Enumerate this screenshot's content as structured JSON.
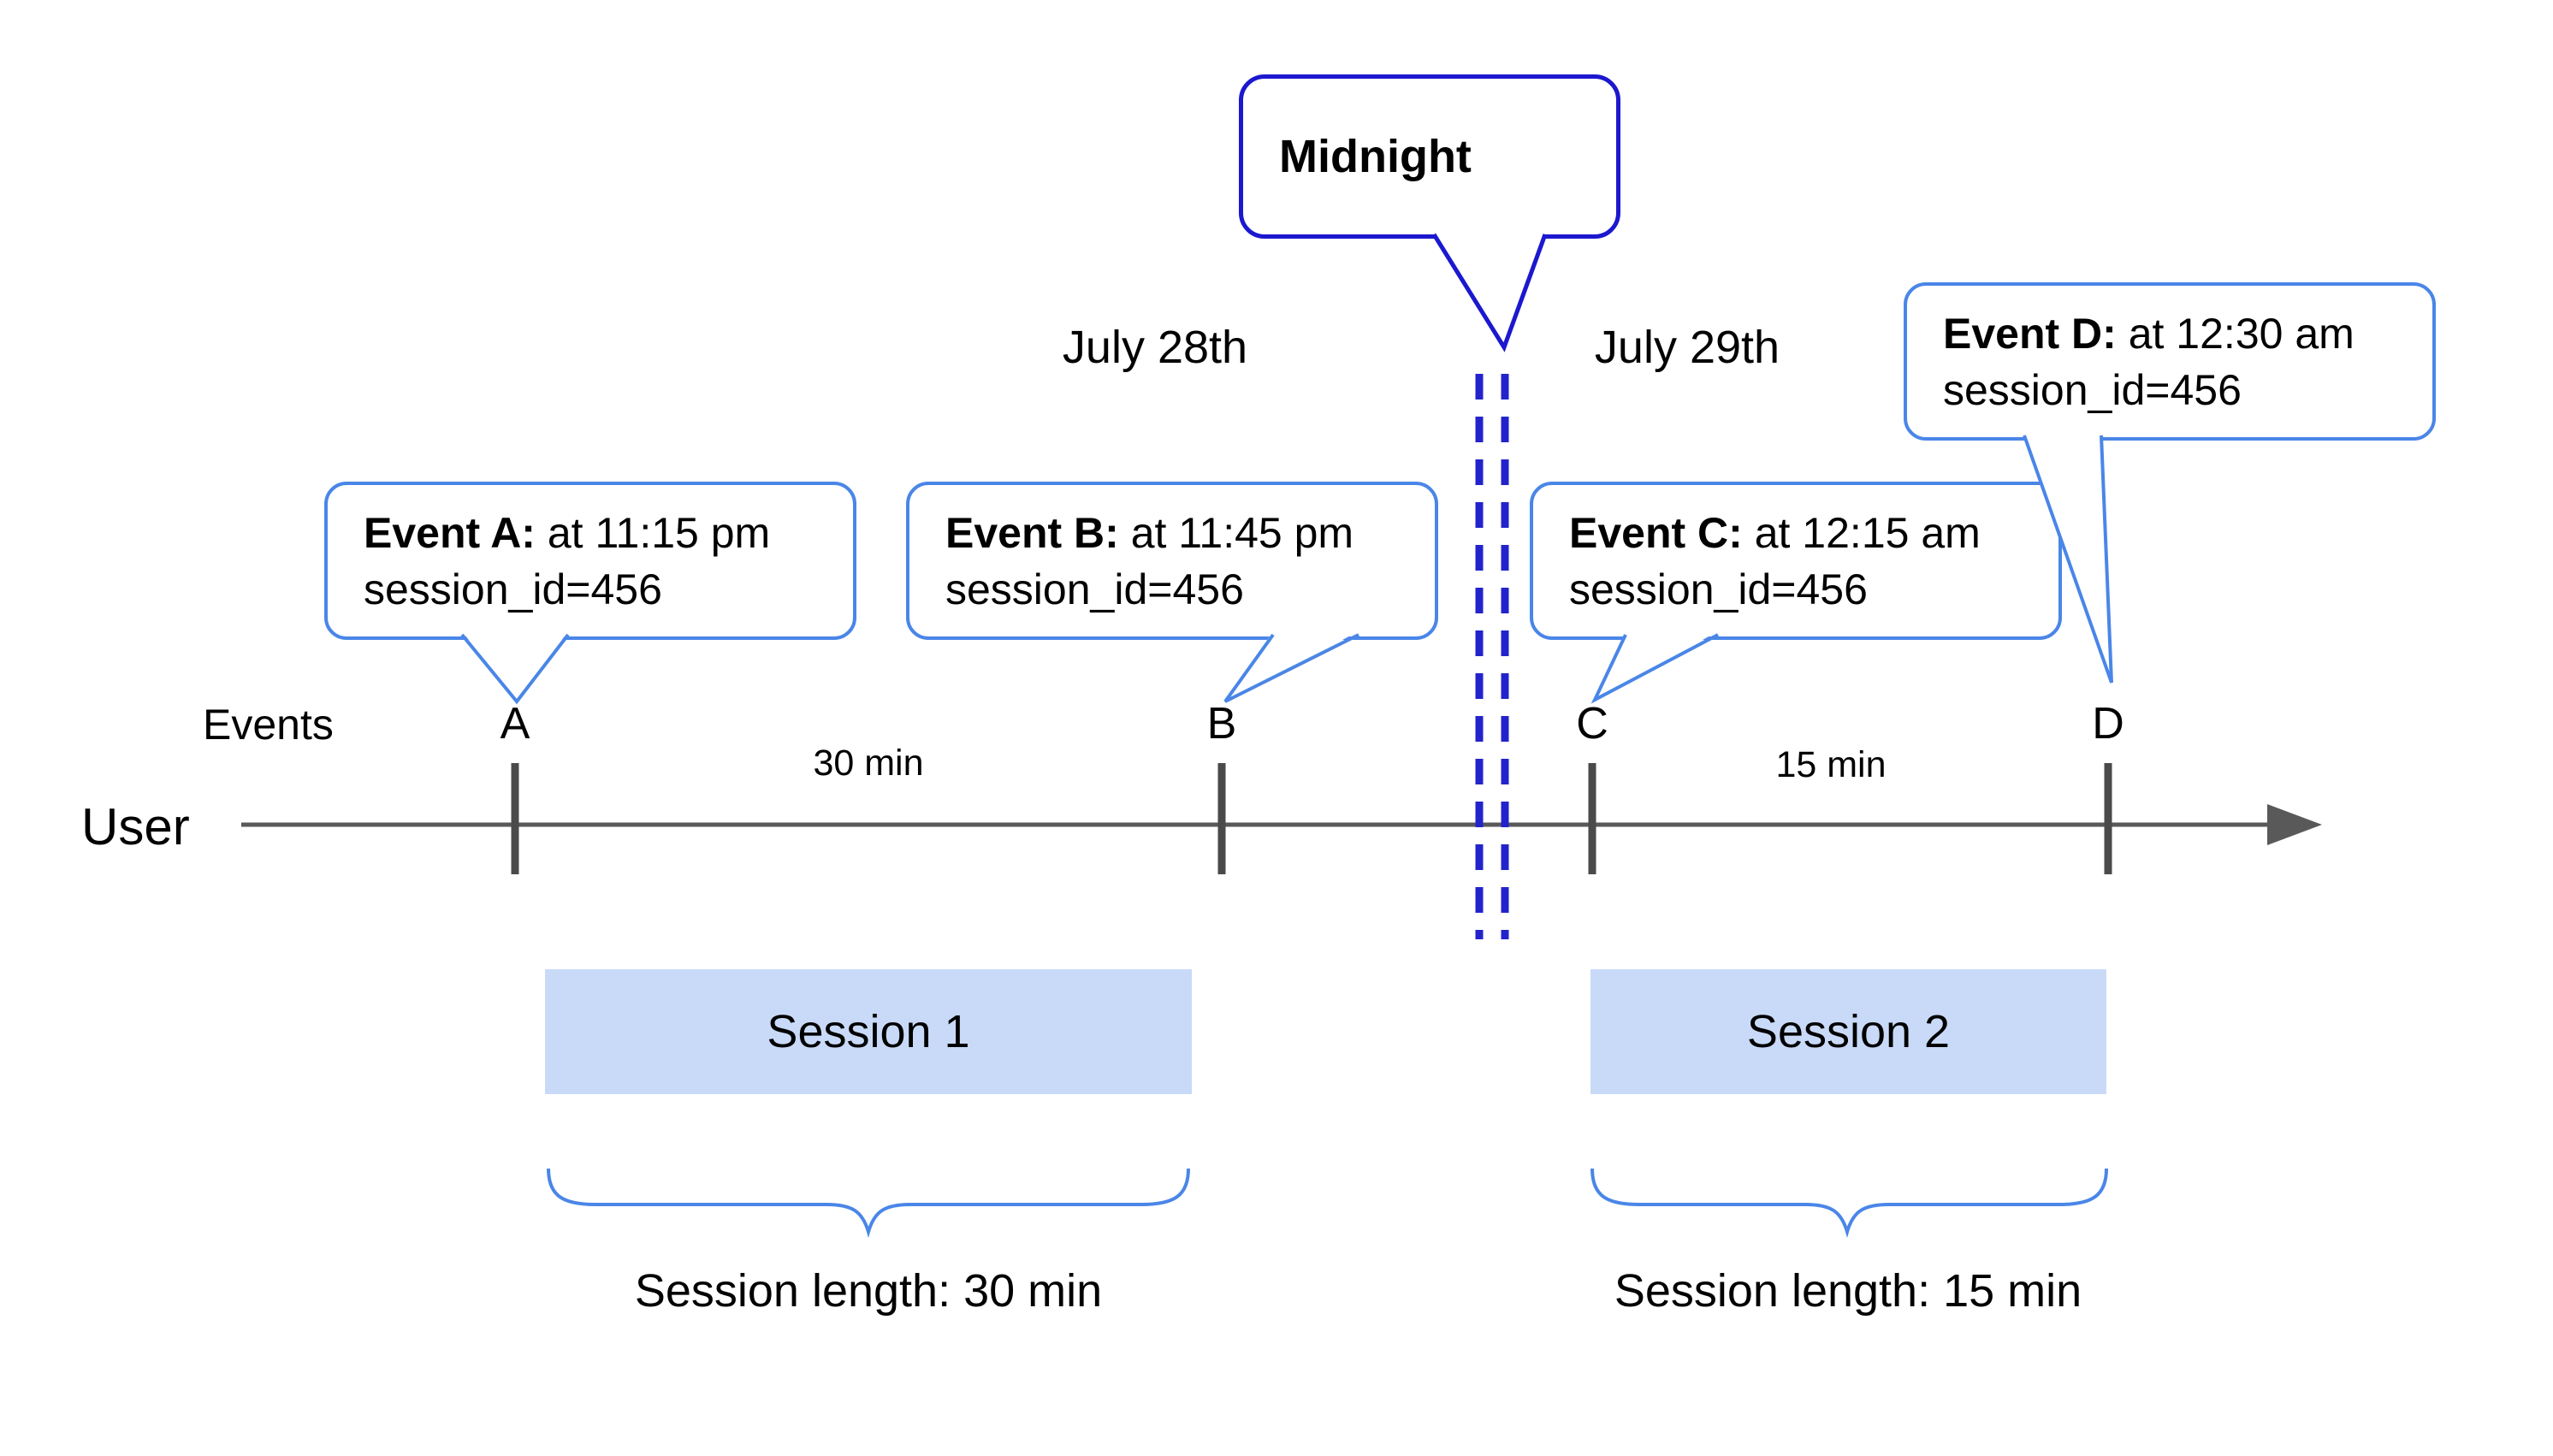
{
  "diagram": {
    "midnight": {
      "label": "Midnight"
    },
    "dates": {
      "left": "July 28th",
      "right": "July 29th"
    },
    "axis": {
      "events_label": "Events",
      "user_label": "User",
      "ticks": [
        "A",
        "B",
        "C",
        "D"
      ]
    },
    "intervals": {
      "ab": "30 min",
      "cd": "15 min"
    },
    "events": [
      {
        "title": "Event A:",
        "time": "at 11:15 pm",
        "session_id": "session_id=456"
      },
      {
        "title": "Event B:",
        "time": "at 11:45 pm",
        "session_id": "session_id=456"
      },
      {
        "title": "Event C:",
        "time": "at 12:15 am",
        "session_id": "session_id=456"
      },
      {
        "title": "Event D:",
        "time": "at 12:30 am",
        "session_id": "session_id=456"
      }
    ],
    "sessions": [
      {
        "label": "Session 1",
        "length": "Session length: 30 min"
      },
      {
        "label": "Session 2",
        "length": "Session length: 15 min"
      }
    ],
    "colors": {
      "event_bubble_border": "#4a86e8",
      "midnight_bubble_border": "#1b18cf",
      "dashed_line": "#2323cc",
      "session_fill": "#c9daf8",
      "axis_line": "#595959",
      "tick_mark": "#4a4a4a",
      "brace": "#4a86e8",
      "text": "#000000"
    }
  }
}
